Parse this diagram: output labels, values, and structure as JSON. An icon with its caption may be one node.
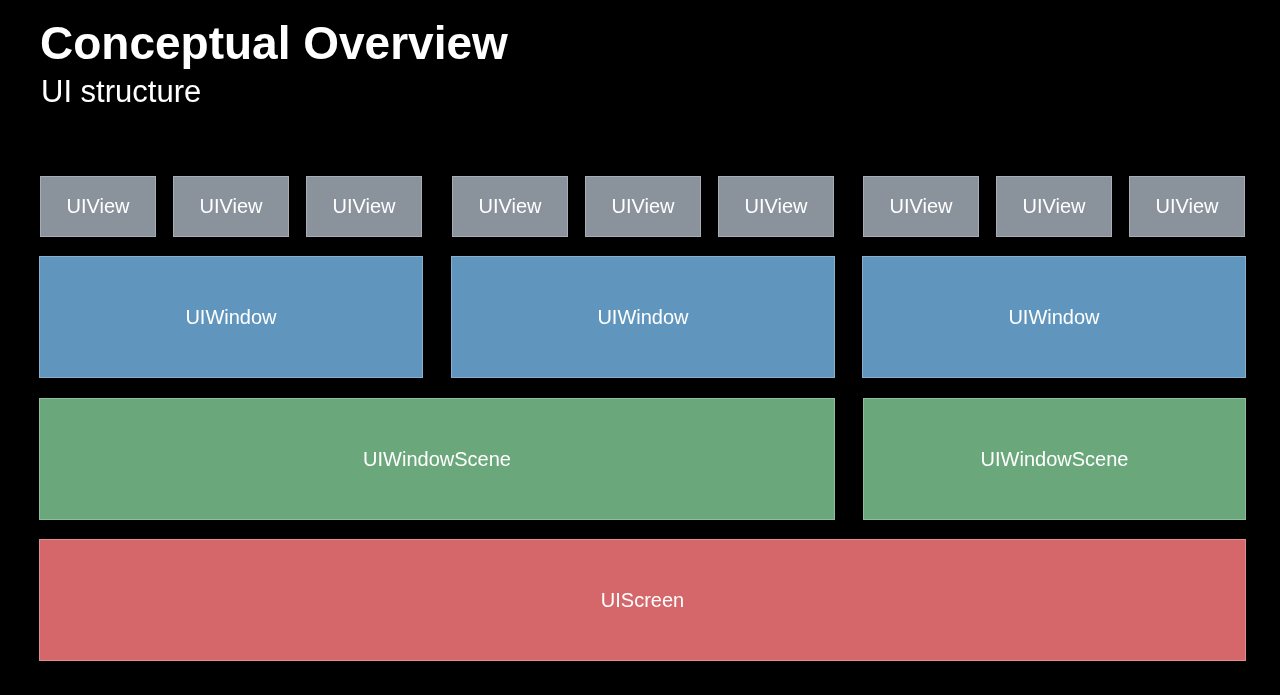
{
  "diagram": {
    "title": "Conceptual Overview",
    "nodes": [
      {
        "text": [
          "UIView"
        ]
      },
      {
        "text": [
          "UIView"
        ]
      },
      {
        "text": [
          "UIView"
        ]
      },
      {
        "text": [
          "UIView"
        ]
      },
      {
        "text": [
          "UIView"
        ]
      },
      {
        "text": [
          "UIView"
        ]
      },
      {
        "text": [
          "UIView"
        ]
      },
      {
        "text": [
          "UIView"
        ]
      },
      {
        "text": [
          "UIView"
        ]
      },
      {
        "text": [
          "UIWindow"
        ]
      },
      {
        "text": [
          "UIWindow"
        ]
      },
      {
        "text": [
          "UIWindow"
        ]
      },
      {
        "text": [
          "UIWindowScene"
        ]
      },
      {
        "text": [
          "UIWindowScene"
        ]
      },
      {
        "text": [
          "UIScreen"
        ]
      }
    ],
    "labels": [
      "UI structure"
    ]
  }
}
